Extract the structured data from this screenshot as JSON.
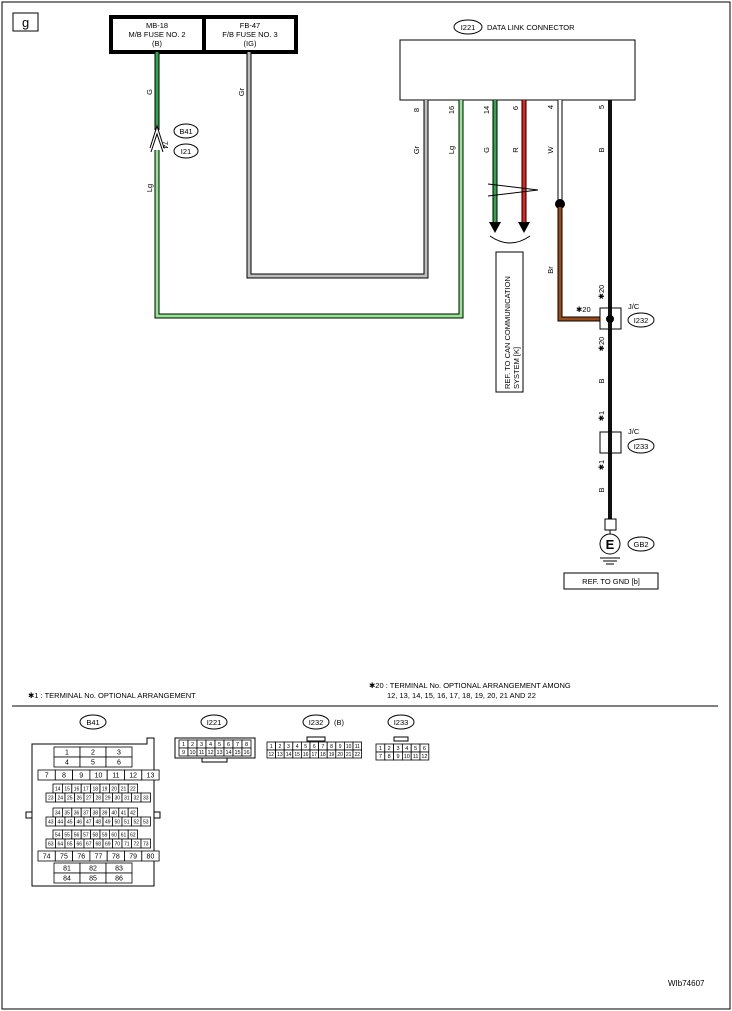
{
  "section_letter": "g",
  "fuses": [
    {
      "line1": "MB-18",
      "line2": "M/B FUSE NO. 2",
      "line3": "(B)"
    },
    {
      "line1": "FB-47",
      "line2": "F/B FUSE NO. 3",
      "line3": "(IG)"
    }
  ],
  "dlc": {
    "code": "I221",
    "title": "DATA LINK CONNECTOR"
  },
  "pins": [
    {
      "num": "8",
      "wire": "Gr"
    },
    {
      "num": "16",
      "wire": "Lg"
    },
    {
      "num": "14",
      "wire": "G"
    },
    {
      "num": "6",
      "wire": "R"
    },
    {
      "num": "4",
      "wire": "W"
    },
    {
      "num": "5",
      "wire": "B"
    }
  ],
  "wire_labels": {
    "g_top": "G",
    "gr_top": "Gr",
    "lg_left": "Lg",
    "br": "Br",
    "b_mid": "B",
    "b_low": "B"
  },
  "inline_connector": {
    "pin": "74",
    "code_top": "B41",
    "code_bottom": "I21"
  },
  "can_ref": {
    "line1": "REF. TO CAN COMMUNICATION",
    "line2": "SYSTEM [K]"
  },
  "jc1": {
    "label": "J/C",
    "code": "I232",
    "left_mark": "✱20",
    "top_mark": "✱20",
    "bottom_mark": "✱20"
  },
  "jc2": {
    "label": "J/C",
    "code": "I233",
    "top_mark": "✱1",
    "bottom_mark": "✱1"
  },
  "ground": {
    "symbol": "E",
    "code": "GB2",
    "ref": "REF. TO GND [b]"
  },
  "notes": {
    "note1": "✱1   : TERMINAL No. OPTIONAL ARRANGEMENT",
    "note20_line1": "✱20  : TERMINAL No. OPTIONAL ARRANGEMENT AMONG",
    "note20_line2": "12, 13, 14, 15, 16, 17, 18, 19, 20, 21 AND 22"
  },
  "connectors": {
    "b41": {
      "code": "B41",
      "r1": [
        "1",
        "2",
        "3"
      ],
      "r2": [
        "4",
        "5",
        "6"
      ],
      "r3": [
        "7",
        "8",
        "9",
        "10",
        "11",
        "12",
        "13"
      ],
      "r4": [
        "14",
        "15",
        "16",
        "17",
        "18",
        "19",
        "20",
        "21",
        "22"
      ],
      "r5": [
        "23",
        "24",
        "25",
        "26",
        "27",
        "28",
        "29",
        "30",
        "31",
        "32",
        "33"
      ],
      "r6": [
        "34",
        "35",
        "36",
        "37",
        "38",
        "39",
        "40",
        "41",
        "42"
      ],
      "r7": [
        "43",
        "44",
        "45",
        "46",
        "47",
        "48",
        "49",
        "50",
        "51",
        "52",
        "53"
      ],
      "r8": [
        "54",
        "55",
        "56",
        "57",
        "58",
        "59",
        "60",
        "61",
        "62"
      ],
      "r9": [
        "63",
        "64",
        "65",
        "66",
        "67",
        "68",
        "69",
        "70",
        "71",
        "72",
        "73"
      ],
      "r10": [
        "74",
        "75",
        "76",
        "77",
        "78",
        "79",
        "80"
      ],
      "r11": [
        "81",
        "82",
        "83"
      ],
      "r12": [
        "84",
        "85",
        "86"
      ]
    },
    "i221": {
      "code": "I221",
      "r1": [
        "1",
        "2",
        "3",
        "4",
        "5",
        "6",
        "7",
        "8"
      ],
      "r2": [
        "9",
        "10",
        "11",
        "12",
        "13",
        "14",
        "15",
        "16"
      ]
    },
    "i232": {
      "code": "I232",
      "color": "(B)",
      "r1": [
        "1",
        "2",
        "3",
        "4",
        "5",
        "6",
        "7",
        "8",
        "9",
        "10",
        "11"
      ],
      "r2": [
        "12",
        "13",
        "14",
        "15",
        "16",
        "17",
        "18",
        "19",
        "20",
        "21",
        "22"
      ]
    },
    "i233": {
      "code": "I233",
      "r1": [
        "1",
        "2",
        "3",
        "4",
        "5",
        "6"
      ],
      "r2": [
        "7",
        "8",
        "9",
        "10",
        "11",
        "12"
      ]
    }
  },
  "doc_id": "WIb74607",
  "colors": {
    "G": "#2ea84a",
    "Lg": "#8fe88f",
    "Gr": "#bdbdbd",
    "R": "#e8231f",
    "W": "#ffffff",
    "B": "#111111",
    "Br": "#9b4a1a"
  }
}
